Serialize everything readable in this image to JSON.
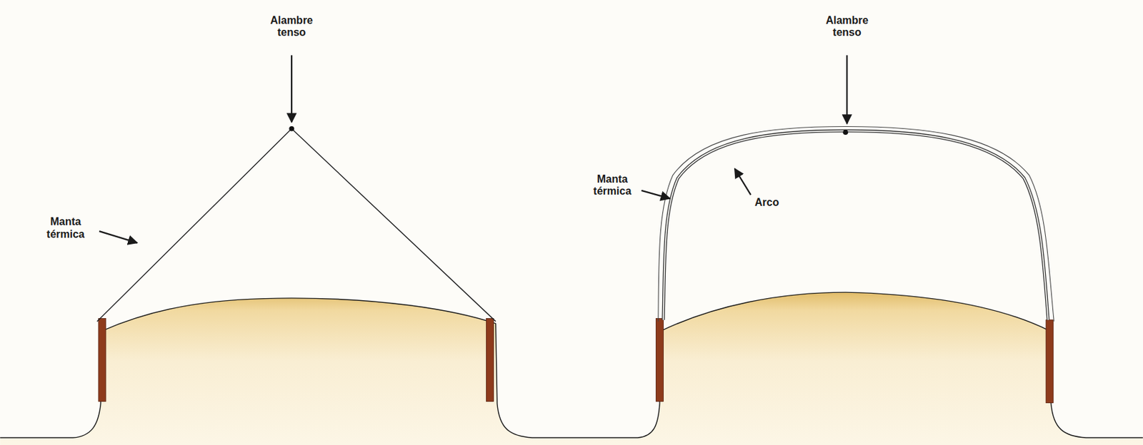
{
  "diagram": {
    "labels": [
      "Alambre tenso",
      "Manta térmica",
      "Alambre tenso",
      "Manta térmica",
      "Arco"
    ]
  }
}
